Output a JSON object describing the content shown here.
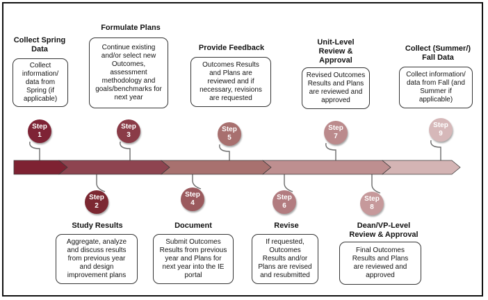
{
  "step_word": "Step",
  "colors": {
    "seg1": "#7e2232",
    "seg2": "#8e4450",
    "seg3": "#a8716f",
    "seg4": "#be8f90",
    "seg5": "#d4b4b4"
  },
  "steps": [
    {
      "num": "1",
      "color": "#7e2335",
      "title": "Collect Spring\nData",
      "text": "Collect\ninformation/\ndata from\nSpring (if\napplicable)"
    },
    {
      "num": "2",
      "color": "#7c2832",
      "title": "Study Results",
      "text": "Aggregate, analyze\nand discuss results\nfrom previous  year\nand design\nimprovement plans"
    },
    {
      "num": "3",
      "color": "#8a3b47",
      "title": "Formulate Plans",
      "text": "Continue existing\nand/or select new\nOutcomes,\nassessment\nmethodology and\ngoals/benchmarks for\nnext year"
    },
    {
      "num": "4",
      "color": "#9b5a5e",
      "title": "Document",
      "text": "Submit Outcomes\nResults from previous\nyear and Plans for\nnext year into the IE\nportal"
    },
    {
      "num": "5",
      "color": "#a8706f",
      "title": "Provide Feedback",
      "text": "Outcomes Results\nand Plans are\nreviewed  and if\nnecessary, revisions\nare requested"
    },
    {
      "num": "6",
      "color": "#b27c80",
      "title": "Revise",
      "text": "If requested,\nOutcomes\nResults and/or\nPlans are revised\nand resubmitted"
    },
    {
      "num": "7",
      "color": "#bb8a8c",
      "title": "Unit-Level\nReview &\nApproval",
      "text": "Revised Outcomes\nResults and Plans\nare reviewed  and\napproved"
    },
    {
      "num": "8",
      "color": "#c6999b",
      "title": "Dean/VP-Level\nReview & Approval",
      "text": "Final Outcomes\nResults and Plans\nare reviewed  and\napproved"
    },
    {
      "num": "9",
      "color": "#d6b8b9",
      "title": "Collect (Summer/)\nFall Data",
      "text": "Collect information/\ndata from Fall (and\nSummer if\napplicable)"
    }
  ]
}
